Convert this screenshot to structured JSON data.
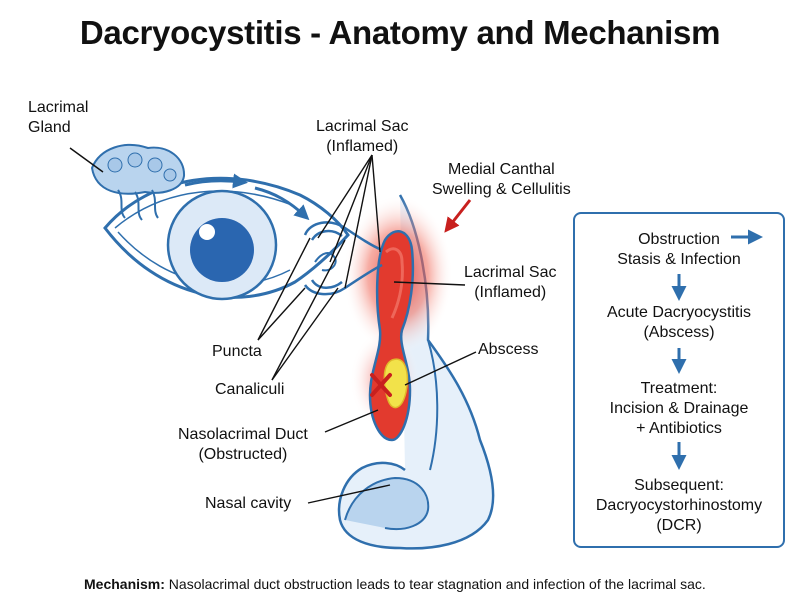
{
  "title": "Dacryocystitis - Anatomy and Mechanism",
  "labels": {
    "lacrimal_gland": [
      "Lacrimal",
      "Gland"
    ],
    "lacrimal_sac_top": [
      "Lacrimal Sac",
      "(Inflamed)"
    ],
    "medial_canthal": [
      "Medial Canthal",
      "Swelling & Cellulitis"
    ],
    "lacrimal_sac_right": [
      "Lacrimal Sac",
      "(Inflamed)"
    ],
    "puncta": "Puncta",
    "canaliculi": "Canaliculi",
    "abscess": "Abscess",
    "nasolacrimal_duct": [
      "Nasolacrimal Duct",
      "(Obstructed)"
    ],
    "nasal_cavity": "Nasal cavity"
  },
  "flow": {
    "steps": [
      [
        "Obstruction",
        "Stasis & Infection"
      ],
      [
        "Acute Dacryocystitis",
        "(Abscess)"
      ],
      [
        "Treatment:",
        "Incision & Drainage",
        "+ Antibiotics"
      ],
      [
        "Subsequent:",
        "Dacryocystorhinostomy",
        "(DCR)"
      ]
    ]
  },
  "footnote": {
    "prefix": "Mechanism:",
    "text": " Nasolacrimal duct obstruction leads to tear stagnation and infection of the lacrimal sac."
  },
  "colors": {
    "outline": "#2f6fad",
    "fill_light": "#dce9f7",
    "iris": "#2a66b0",
    "inflamed": "#e03a2f",
    "abscess": "#f2e24a",
    "arrow_red": "#c8201e"
  }
}
